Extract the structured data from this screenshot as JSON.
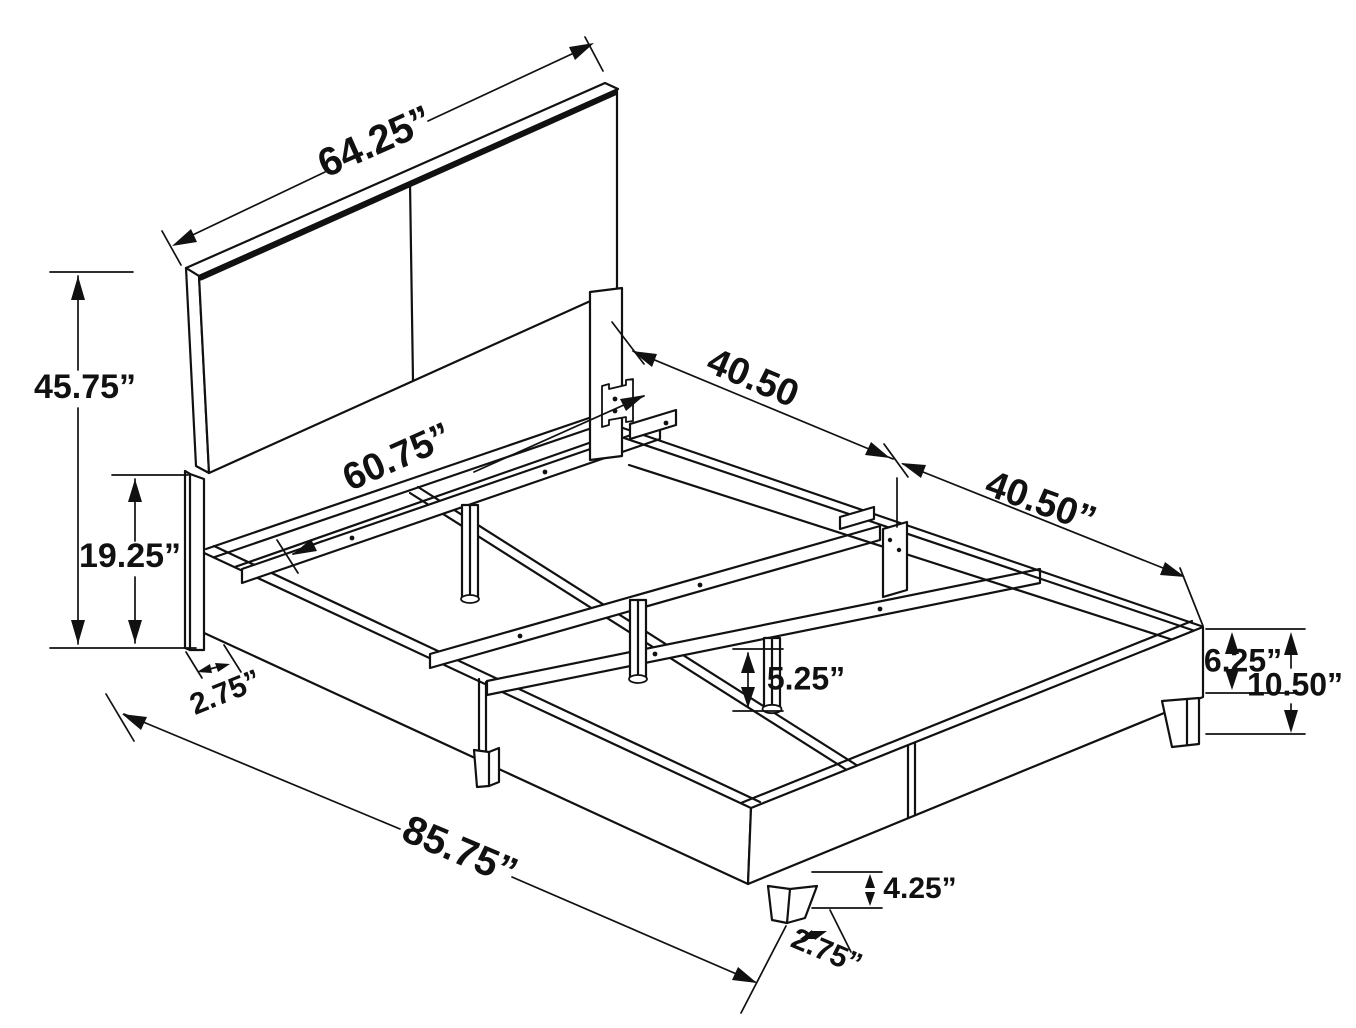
{
  "dimensions": {
    "headboard_width": "64.25”",
    "headboard_height": "45.75”",
    "headboard_panel_bottom_height": "19.25”",
    "headboard_leg_depth": "2.75”",
    "overall_length": "85.75”",
    "slat_length": "60.75”",
    "rail_segment_a": "40.50",
    "rail_segment_b": "40.50”",
    "center_leg_height": "5.25”",
    "side_rail_height": "6.25”",
    "foot_end_height": "10.50”",
    "foot_leg_height": "4.25”",
    "foot_leg_depth": "2.75”"
  }
}
